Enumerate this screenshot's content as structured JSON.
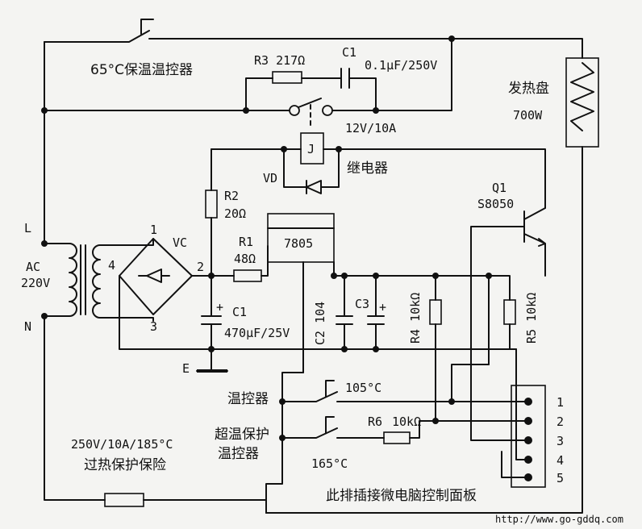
{
  "labels": {
    "keep_warm_thermostat": "65°C保温温控器",
    "r3": "R3  217Ω",
    "c1_top": "C1",
    "c1_top_value": "0.1μF/250V",
    "heater_name": "发热盘",
    "heater_power": "700W",
    "relay_rating": "12V/10A",
    "relay_j": "J",
    "relay_name": "继电器",
    "vd": "VD",
    "r2": "R2",
    "r2_value": "20Ω",
    "q1": "Q1",
    "q1_part": "S8050",
    "l": "L",
    "n": "N",
    "ac": "AC",
    "ac_v": "220V",
    "bridge_1": "1",
    "bridge_2": "2",
    "bridge_3": "3",
    "bridge_4": "4",
    "vc": "VC",
    "r1": "R1",
    "r1_value": "48Ω",
    "reg": "7805",
    "c1_bottom": "C1",
    "c1_bottom_value": "470μF/25V",
    "c2": "C2  104",
    "c3": "C3",
    "r4": "R4  10kΩ",
    "r5": "R5  10kΩ",
    "e": "E",
    "thermostat": "温控器",
    "t105": "105°C",
    "over_temp_1": "超温保护",
    "over_temp_2": "温控器",
    "r6": "R6",
    "r6_value": "10kΩ",
    "t165": "165°C",
    "fuse_rating": "250V/10A/185°C",
    "fuse_name": "过热保护保险",
    "connector_note": "此排插接微电脑控制面板",
    "pins": [
      "1",
      "2",
      "3",
      "4",
      "5"
    ],
    "watermark": "http://www.go-gddq.com"
  }
}
